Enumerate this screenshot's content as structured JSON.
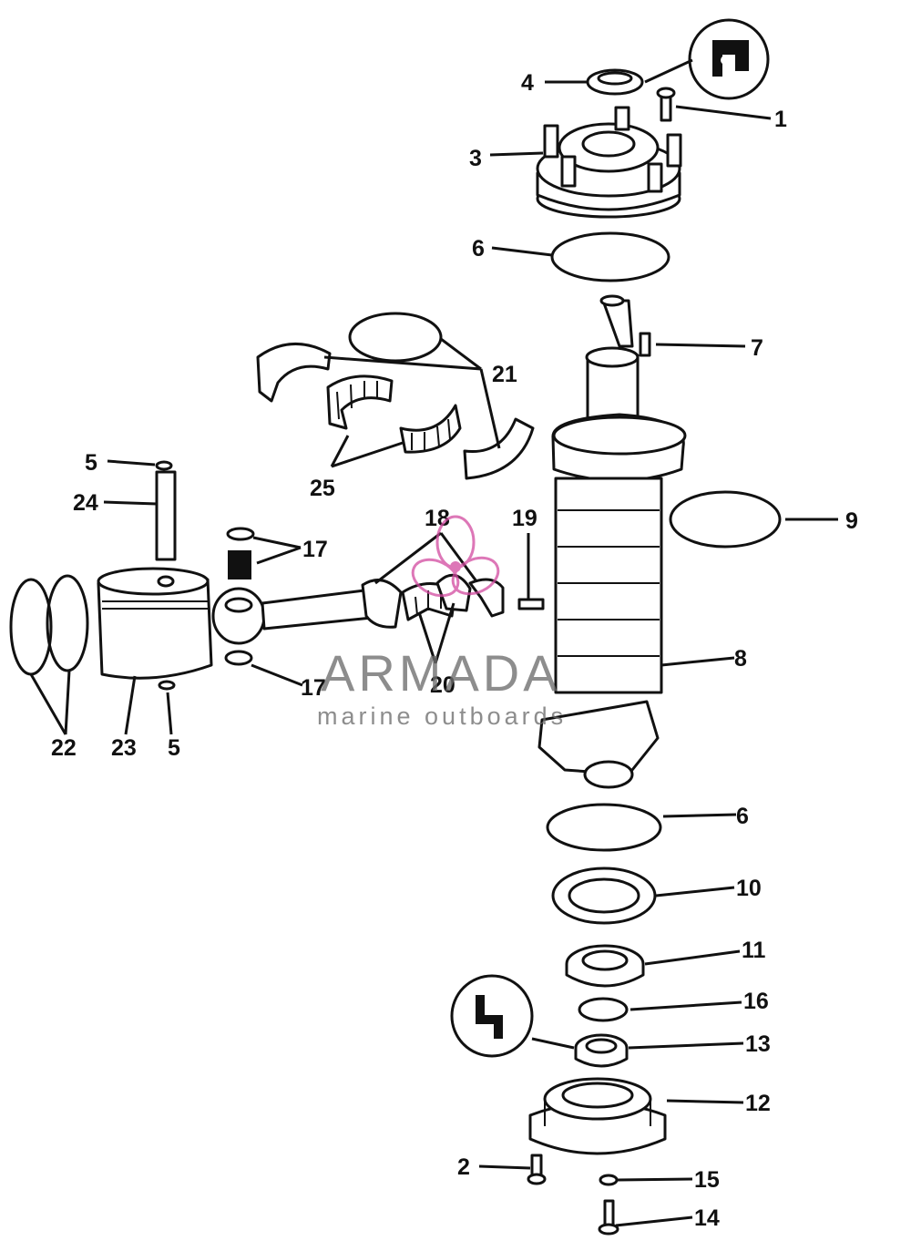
{
  "callouts": [
    "1",
    "2",
    "3",
    "4",
    "5",
    "6",
    "7",
    "8",
    "9",
    "10",
    "11",
    "12",
    "13",
    "14",
    "15",
    "16",
    "17",
    "18",
    "19",
    "20",
    "21",
    "22",
    "23",
    "24",
    "25"
  ],
  "duplicate_callouts": {
    "5": "5",
    "6": "6",
    "17": "17"
  },
  "watermark": {
    "brand": "ARMADA",
    "tagline": "marine outboards",
    "accent_color": "#d24aa0"
  },
  "icons": [
    "seal-lip-icon",
    "seal-lip-icon-2"
  ]
}
